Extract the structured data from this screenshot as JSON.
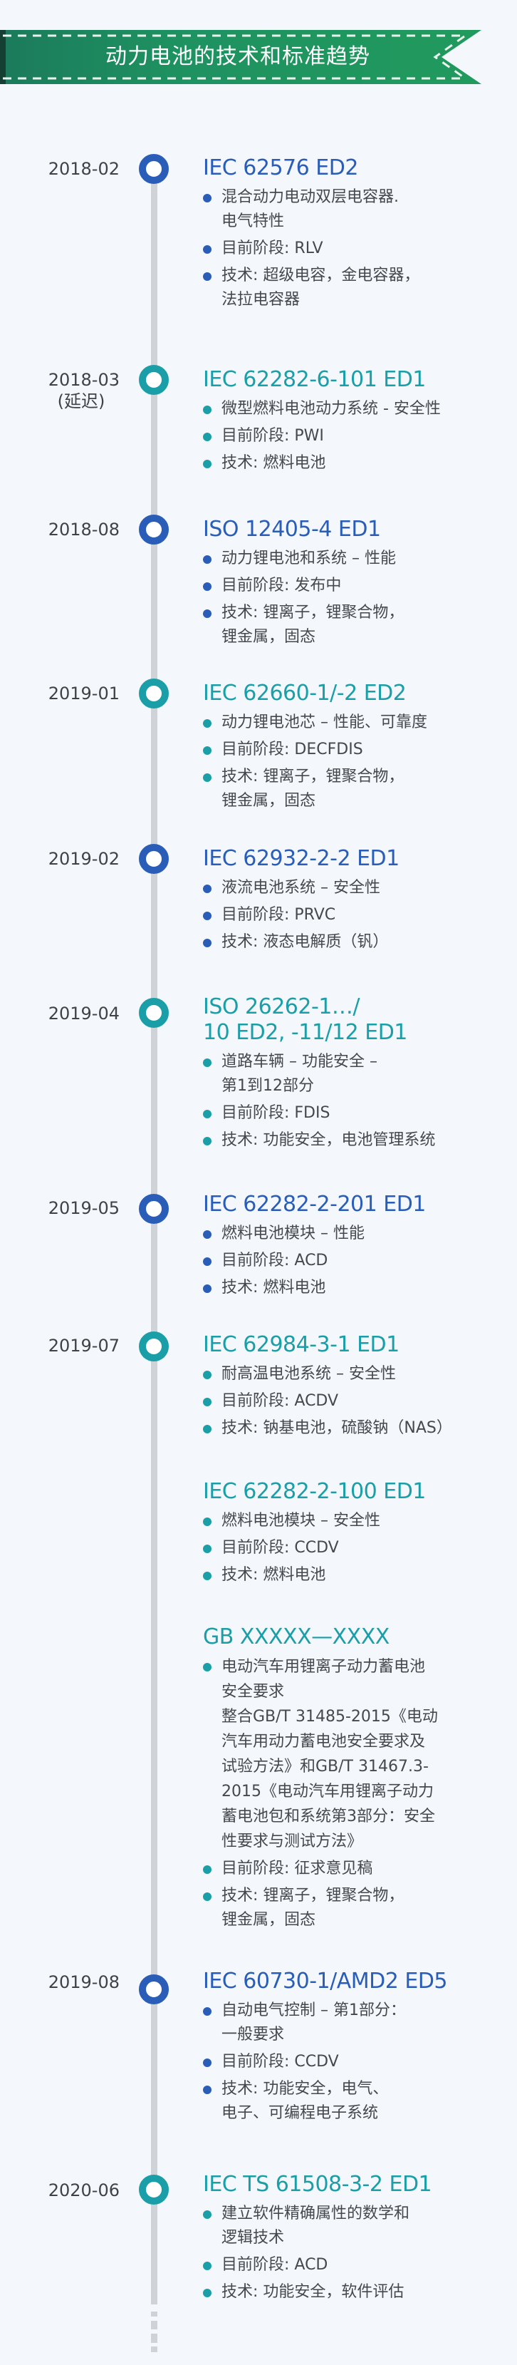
{
  "header": {
    "title": "动力电池的技术和标准趋势",
    "colors": {
      "banner": "#1e9560",
      "banner_dark": "#163f33",
      "accent_blue": "#2a5db8",
      "accent_teal": "#1a9ea8",
      "text": "#45484c",
      "timeline": "#cfd2d6"
    }
  },
  "timeline": [
    {
      "date": "2018-02",
      "date_sub": "",
      "color": "blue",
      "title": "IEC 62576 ED2",
      "bullets": [
        "混合动力电动双层电容器.\n电气特性",
        "目前阶段: RLV",
        "技术: 超级电容，金电容器，\n法拉电容器"
      ]
    },
    {
      "date": "2018-03",
      "date_sub": "(延迟)",
      "color": "teal",
      "title": "IEC 62282-6-101 ED1",
      "bullets": [
        "微型燃料电池动力系统 - 安全性",
        "目前阶段: PWI",
        "技术: 燃料电池"
      ]
    },
    {
      "date": "2018-08",
      "date_sub": "",
      "color": "blue",
      "title": "ISO 12405-4 ED1",
      "bullets": [
        "动力锂电池和系统 – 性能",
        "目前阶段: 发布中",
        "技术: 锂离子，锂聚合物，\n        锂金属，固态"
      ]
    },
    {
      "date": "2019-01",
      "date_sub": "",
      "color": "teal",
      "title": "IEC 62660-1/-2 ED2",
      "bullets": [
        "动力锂电池芯 – 性能、可靠度",
        "目前阶段: DECFDIS",
        "技术: 锂离子，锂聚合物，\n        锂金属，固态"
      ]
    },
    {
      "date": "2019-02",
      "date_sub": "",
      "color": "blue",
      "title": "IEC 62932-2-2 ED1",
      "bullets": [
        "液流电池系统 – 安全性",
        "目前阶段: PRVC",
        "技术: 液态电解质（钒）"
      ]
    },
    {
      "date": "2019-04",
      "date_sub": "",
      "color": "teal",
      "title": "ISO 26262-1…/\n10 ED2, -11/12 ED1",
      "bullets": [
        "道路车辆 – 功能安全 –\n第1到12部分",
        "目前阶段: FDIS",
        "技术: 功能安全，电池管理系统"
      ]
    },
    {
      "date": "2019-05",
      "date_sub": "",
      "color": "blue",
      "title": "IEC 62282-2-201 ED1",
      "bullets": [
        "燃料电池模块 – 性能",
        "目前阶段: ACD",
        "技术: 燃料电池"
      ]
    },
    {
      "date": "2019-07",
      "date_sub": "",
      "color": "teal",
      "title": "IEC 62984-3-1 ED1",
      "bullets": [
        "耐高温电池系统 – 安全性",
        "目前阶段: ACDV",
        "技术: 钠基电池，硫酸钠（NAS）"
      ]
    },
    {
      "date": "",
      "date_sub": "",
      "color": "teal",
      "title": "IEC 62282-2-100 ED1",
      "bullets": [
        "燃料电池模块 – 安全性",
        "目前阶段: CCDV",
        "技术: 燃料电池"
      ]
    },
    {
      "date": "",
      "date_sub": "",
      "color": "teal",
      "title": "GB XXXXX—XXXX",
      "bullets": [
        "电动汽车用锂离子动力蓄电池\n安全要求\n整合GB/T 31485-2015《电动\n汽车用动力蓄电池安全要求及\n试验方法》和GB/T 31467.3-\n2015《电动汽车用锂离子动力\n蓄电池包和系统第3部分：安全\n性要求与测试方法》",
        "目前阶段: 征求意见稿",
        "技术: 锂离子，锂聚合物，\n        锂金属，固态"
      ]
    },
    {
      "date": "2019-08",
      "date_sub": "",
      "color": "blue",
      "title": "IEC 60730-1/AMD2 ED5",
      "bullets": [
        "自动电气控制 – 第1部分：\n一般要求",
        "目前阶段: CCDV",
        "技术: 功能安全，电气、\n        电子、可编程电子系统"
      ]
    },
    {
      "date": "2020-06",
      "date_sub": "",
      "color": "teal",
      "title": "IEC TS 61508-3-2 ED1",
      "bullets": [
        "建立软件精确属性的数学和\n逻辑技术",
        "目前阶段: ACD",
        "技术: 功能安全，软件评估"
      ]
    }
  ]
}
